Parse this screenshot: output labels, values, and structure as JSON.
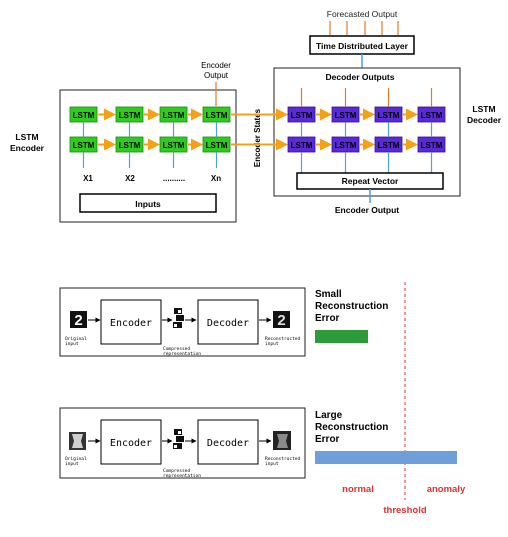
{
  "lstm_diagram": {
    "forecasted_output": "Forecasted Output",
    "time_distributed_layer": "Time Distributed Layer",
    "decoder_outputs": "Decoder Outputs",
    "encoder_output_top_line1": "Encoder",
    "encoder_output_top_line2": "Output",
    "encoder_states": "Encoder States",
    "lstm_encoder_line1": "LSTM",
    "lstm_encoder_line2": "Encoder",
    "lstm_decoder_line1": "LSTM",
    "lstm_decoder_line2": "Decoder",
    "lstm_cell_label": "LSTM",
    "input_labels": [
      "X1",
      "X2",
      "..........",
      "Xn"
    ],
    "inputs_label": "Inputs",
    "repeat_vector": "Repeat Vector",
    "encoder_output_bottom": "Encoder Output",
    "colors": {
      "encoder_cell": "#2ecc1f",
      "decoder_cell": "#5a2ad8",
      "arrow_orange": "#f5a015",
      "line_blue": "#4aa3df",
      "tick_orange": "#e07b2a"
    }
  },
  "autoencoder": {
    "small": {
      "heading_line1": "Small",
      "heading_line2": "Reconstruction",
      "heading_line3": "Error",
      "encoder": "Encoder",
      "decoder": "Decoder",
      "original_input_line1": "Original",
      "original_input_line2": "input",
      "compressed_line1": "Compressed",
      "compressed_line2": "representation",
      "reconstructed_line1": "Reconstructed",
      "reconstructed_line2": "input",
      "digit": "2",
      "error_bar_color": "#2e9b3a"
    },
    "large": {
      "heading_line1": "Large",
      "heading_line2": "Reconstruction",
      "heading_line3": "Error",
      "encoder": "Encoder",
      "decoder": "Decoder",
      "original_input_line1": "Original",
      "original_input_line2": "input",
      "compressed_line1": "Compressed",
      "compressed_line2": "representation",
      "reconstructed_line1": "Reconstructed",
      "reconstructed_line2": "input",
      "error_bar_color": "#6f9fd8"
    },
    "normal_label": "normal",
    "anomaly_label": "anomaly",
    "threshold_label": "threshold",
    "threshold_color": "#e03030"
  }
}
